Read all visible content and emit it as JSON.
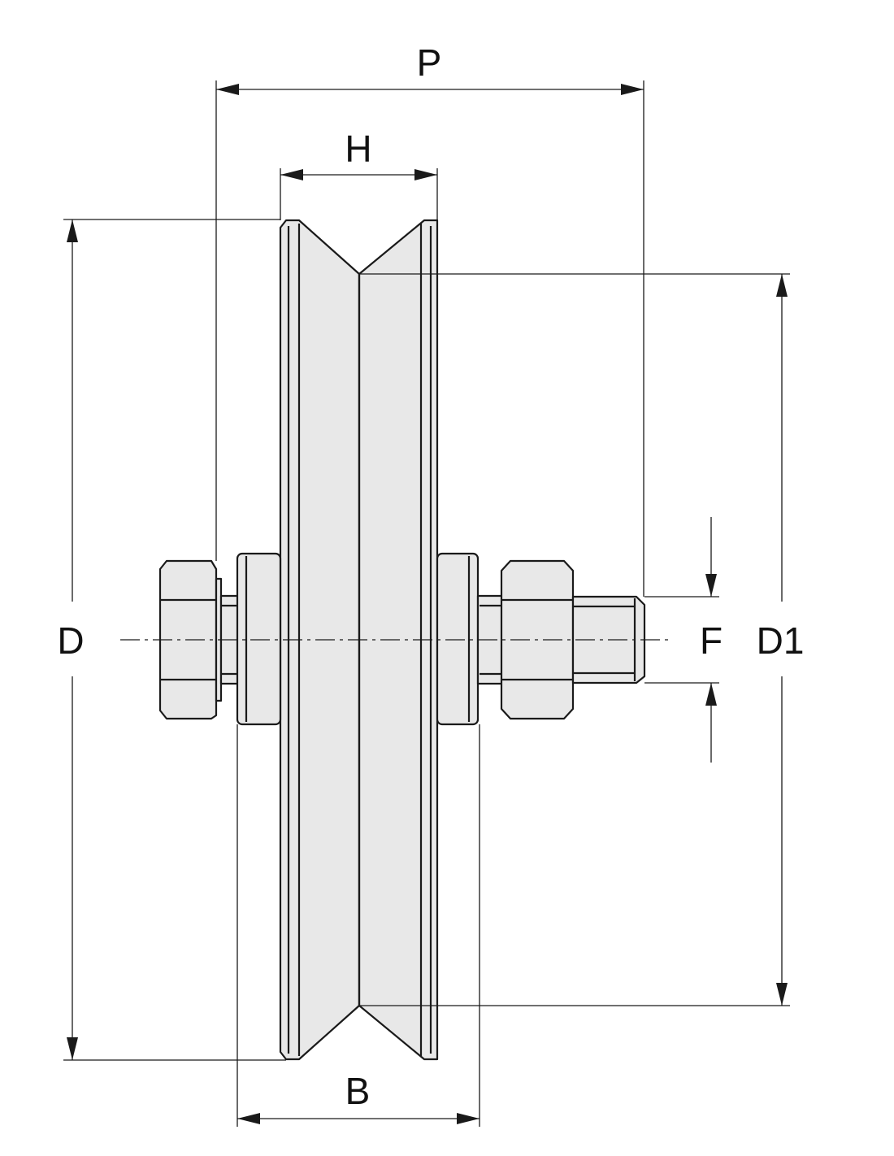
{
  "diagram": {
    "labels": {
      "P": "P",
      "H": "H",
      "D": "D",
      "D1": "D1",
      "F": "F",
      "B": "B"
    },
    "colors": {
      "line": "#1a1a1a",
      "fill": "#e8e8e8",
      "background": "#ffffff"
    }
  }
}
